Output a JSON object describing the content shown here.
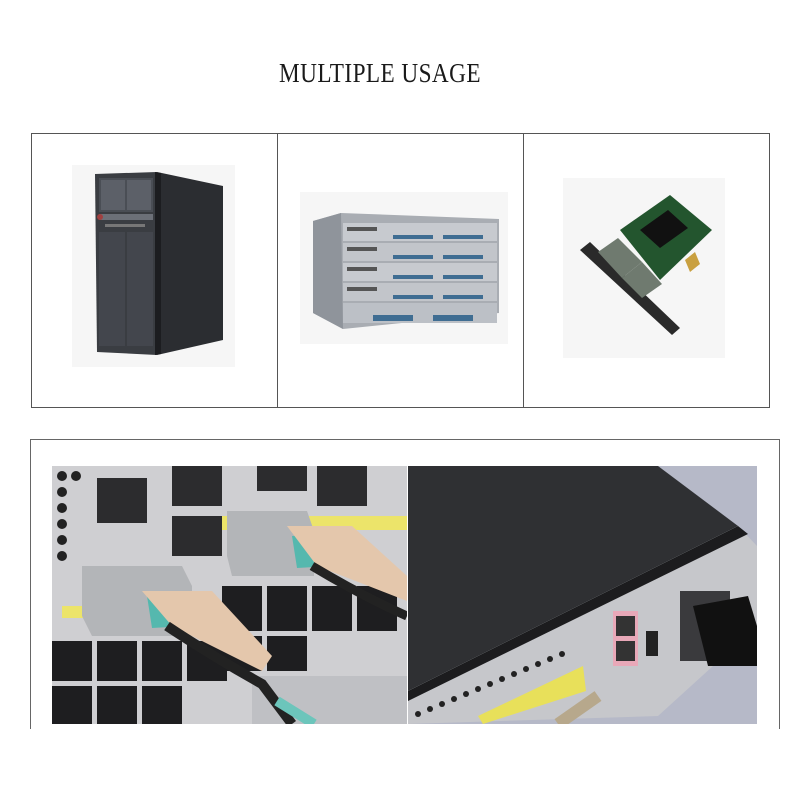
{
  "title": "MULTIPLE USAGE",
  "usage_grid": {
    "items": [
      {
        "name": "tower-server",
        "icon": "tower-server-image"
      },
      {
        "name": "blade-chassis",
        "icon": "blade-chassis-image"
      },
      {
        "name": "network-card",
        "icon": "network-card-image"
      }
    ]
  },
  "photos": [
    {
      "name": "switch-transceiver-photo",
      "description": "transceivers plugged into switch ports"
    },
    {
      "name": "router-rear-photo",
      "description": "router rear panel with ports and power cord"
    }
  ],
  "colors": {
    "border": "#555555",
    "text": "#1a1a1a",
    "cable_aqua": "#6cc5bb",
    "pull_tab": "#e3c8b0",
    "port_yellow": "#e8e05a"
  }
}
